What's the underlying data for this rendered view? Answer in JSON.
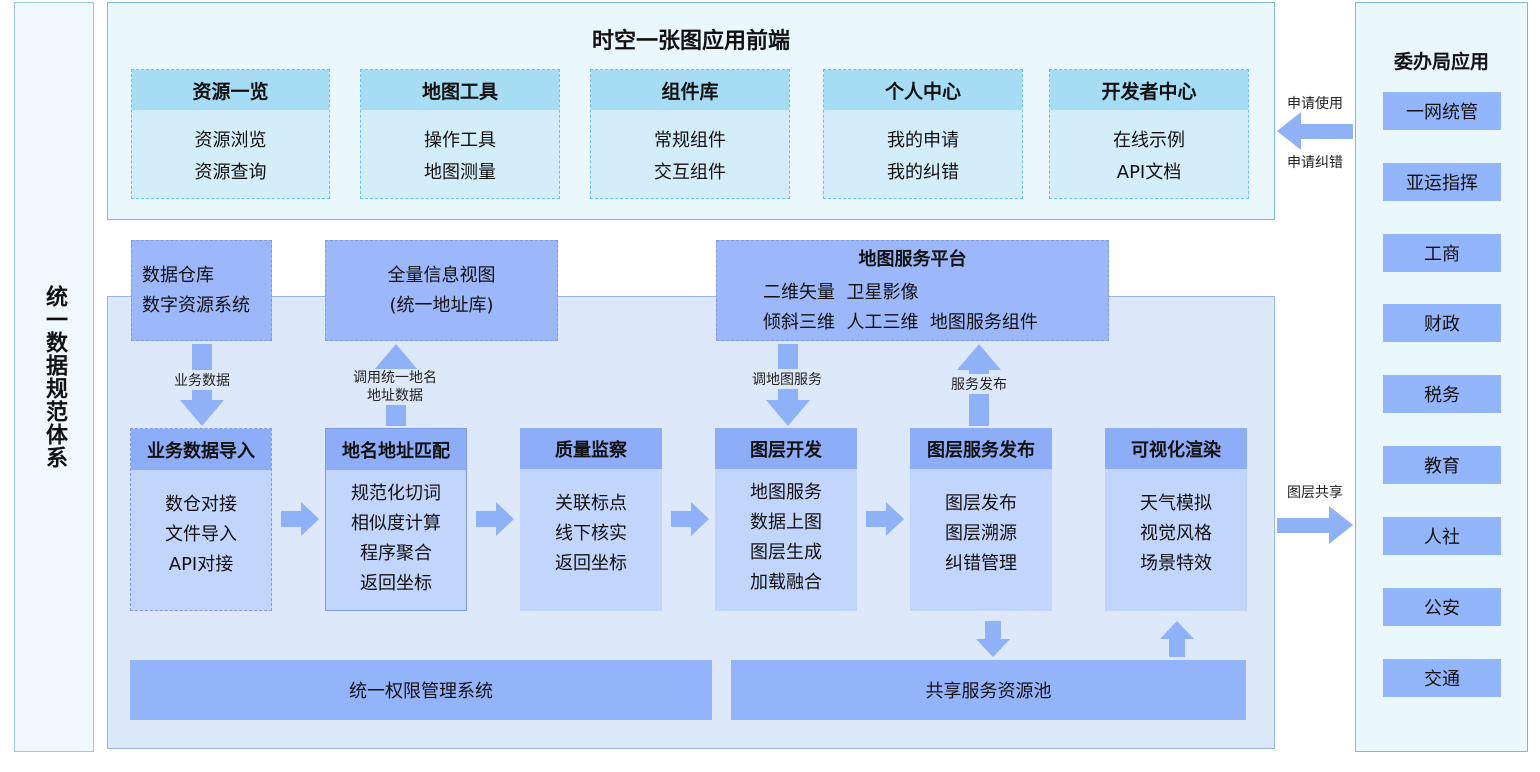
{
  "left_title": "统一数据规范体系",
  "frontend": {
    "title": "时空一张图应用前端",
    "cards": [
      {
        "title": "资源一览",
        "items": [
          "资源浏览",
          "资源查询"
        ]
      },
      {
        "title": "地图工具",
        "items": [
          "操作工具",
          "地图测量"
        ]
      },
      {
        "title": "组件库",
        "items": [
          "常规组件",
          "交互组件"
        ]
      },
      {
        "title": "个人中心",
        "items": [
          "我的申请",
          "我的纠错"
        ]
      },
      {
        "title": "开发者中心",
        "items": [
          "在线示例",
          "API文档"
        ]
      }
    ]
  },
  "right": {
    "title": "委办局应用",
    "apps": [
      "一网统管",
      "亚运指挥",
      "工商",
      "财政",
      "税务",
      "教育",
      "人社",
      "公安",
      "交通"
    ],
    "arrow_labels": {
      "apply_use": "申请使用",
      "apply_correct": "申请纠错",
      "layer_share": "图层共享"
    }
  },
  "top_boxes": {
    "warehouse": [
      "数据仓库",
      "数字资源系统"
    ],
    "fullinfo": [
      "全量信息视图",
      "(统一地址库)"
    ],
    "mapplatform": {
      "title": "地图服务平台",
      "lines": [
        "二维矢量  卫星影像",
        "倾斜三维  人工三维  地图服务组件"
      ]
    }
  },
  "flow_labels": {
    "biz_data": "业务数据",
    "call_address": [
      "调用统一地名",
      "地址数据"
    ],
    "call_map": "调地图服务",
    "publish": "服务发布"
  },
  "modules": [
    {
      "title": "业务数据导入",
      "items": [
        "数仓对接",
        "文件导入",
        "API对接"
      ]
    },
    {
      "title": "地名地址匹配",
      "items": [
        "规范化切词",
        "相似度计算",
        "程序聚合",
        "返回坐标"
      ]
    },
    {
      "title": "质量监察",
      "items": [
        "关联标点",
        "线下核实",
        "返回坐标"
      ]
    },
    {
      "title": "图层开发",
      "items": [
        "地图服务",
        "数据上图",
        "图层生成",
        "加载融合"
      ]
    },
    {
      "title": "图层服务发布",
      "items": [
        "图层发布",
        "图层溯源",
        "纠错管理"
      ]
    },
    {
      "title": "可视化渲染",
      "items": [
        "天气模拟",
        "视觉风格",
        "场景特效"
      ]
    }
  ],
  "bars": {
    "auth": "统一权限管理系统",
    "pool": "共享服务资源池"
  },
  "colors": {
    "arrow": "#8fb1f8",
    "module_head": "#8eadf8",
    "module_body": "#c2d5fd",
    "frontend_head": "#a6dcf4"
  }
}
